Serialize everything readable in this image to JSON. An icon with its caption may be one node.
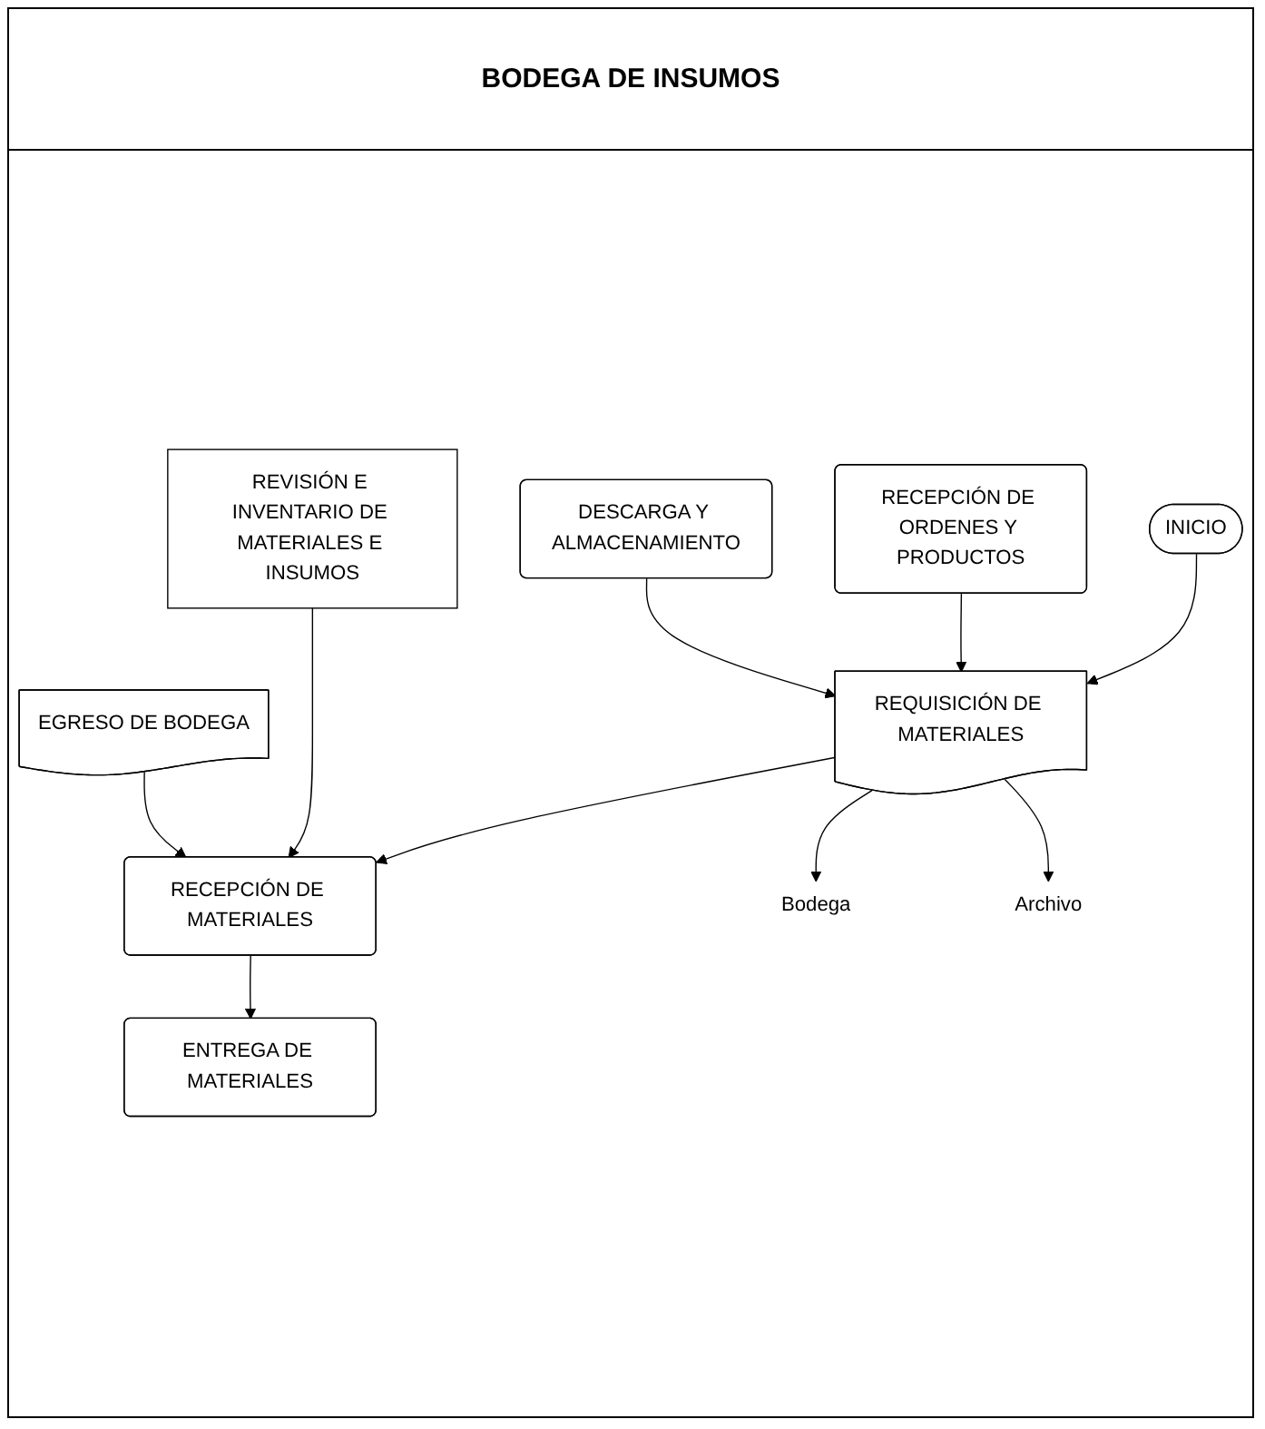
{
  "diagram": {
    "title": "BODEGA DE INSUMOS",
    "nodes": [
      {
        "text": [
          "INICIO"
        ]
      },
      {
        "text": [
          "RECEPCIÓN DE ORDENES Y PRODUCTOS"
        ]
      },
      {
        "text": [
          "DESCARGA Y ALMACENAMIENTO"
        ]
      },
      {
        "text": [
          "REQUISICIÓN DE MATERIALES"
        ]
      },
      {
        "text": [
          "Bodega"
        ]
      },
      {
        "text": [
          "Archivo"
        ]
      },
      {
        "text": [
          "REVISIÓN E INVENTARIO DE MATERIALES E INSUMOS"
        ]
      },
      {
        "text": [
          "RECEPCIÓN DE MATERIALES"
        ]
      },
      {
        "text": [
          "EGRESO DE BODEGA"
        ]
      },
      {
        "text": [
          "ENTREGA DE MATERIALES"
        ]
      }
    ],
    "edges": [
      {
        "from": 0,
        "to": 3,
        "arrow": "to"
      },
      {
        "from": 1,
        "to": 3,
        "arrow": "to"
      },
      {
        "from": 2,
        "to": 3,
        "arrow": "to"
      },
      {
        "from": 3,
        "to": 4,
        "arrow": "to"
      },
      {
        "from": 3,
        "to": 5,
        "arrow": "to"
      },
      {
        "from": 3,
        "to": 7,
        "arrow": "to"
      },
      {
        "from": 6,
        "to": 7,
        "arrow": "to"
      },
      {
        "from": 8,
        "to": 7,
        "arrow": "to"
      },
      {
        "from": 7,
        "to": 9,
        "arrow": "to"
      }
    ]
  }
}
